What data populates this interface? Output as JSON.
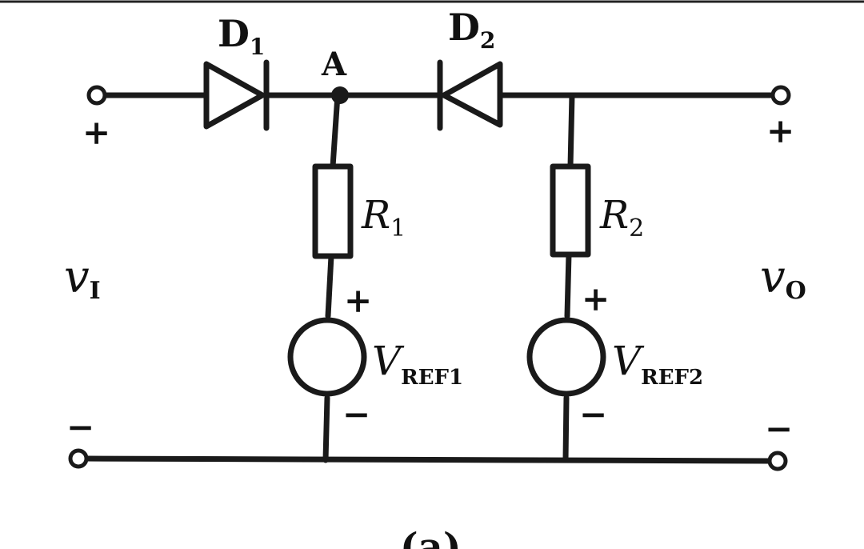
{
  "diagram": {
    "type": "circuit-schematic",
    "labels": {
      "d1_main": "D",
      "d1_sub": "1",
      "d2_main": "D",
      "d2_sub": "2",
      "node_a": "A",
      "r1_main": "R",
      "r1_sub": "1",
      "r2_main": "R",
      "r2_sub": "2",
      "vref1_main": "V",
      "vref1_sub": "REF1",
      "vref2_main": "V",
      "vref2_sub": "REF2",
      "vi_main": "v",
      "vi_sub": "I",
      "vo_main": "v",
      "vo_sub": "O",
      "plus": "+",
      "minus": "−",
      "caption": "(a)"
    },
    "components": [
      {
        "id": "D1",
        "kind": "diode",
        "orientation": "anode-left"
      },
      {
        "id": "D2",
        "kind": "diode",
        "orientation": "anode-right"
      },
      {
        "id": "R1",
        "kind": "resistor"
      },
      {
        "id": "R2",
        "kind": "resistor"
      },
      {
        "id": "VREF1",
        "kind": "voltage-source"
      },
      {
        "id": "VREF2",
        "kind": "voltage-source"
      }
    ],
    "colors": {
      "ink": "#1a1a1a",
      "background": "#ffffff"
    }
  }
}
